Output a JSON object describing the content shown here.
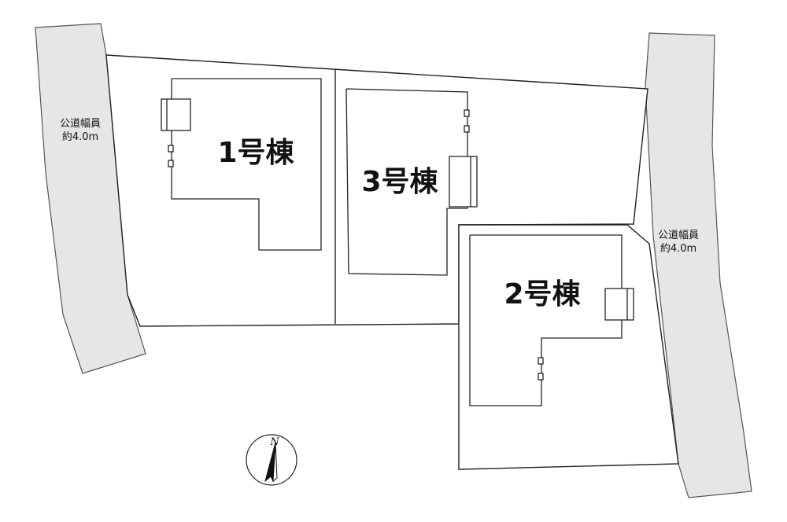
{
  "roads": {
    "left": {
      "label_line1": "公道幅員",
      "label_line2": "約4.0m"
    },
    "right": {
      "label_line1": "公道幅員",
      "label_line2": "約4.0m"
    }
  },
  "buildings": [
    {
      "id": "b1",
      "label": "1号棟"
    },
    {
      "id": "b3",
      "label": "3号棟"
    },
    {
      "id": "b2",
      "label": "2号棟"
    }
  ],
  "north_arrow": {
    "letter": "N"
  },
  "colors": {
    "road": "#e6e6e6",
    "line": "#222222"
  }
}
